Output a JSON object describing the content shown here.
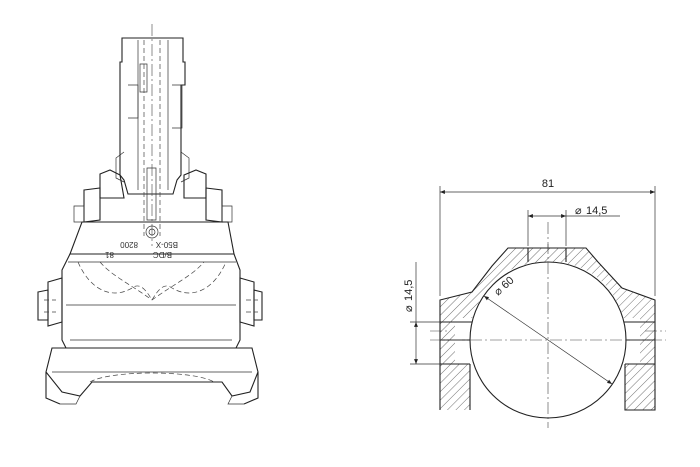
{
  "drawing": {
    "front_view": {
      "engraving": {
        "line1": "B/DC",
        "line2": "B50-X",
        "line3": "8200",
        "line4": "81"
      }
    },
    "section_view": {
      "dimensions": {
        "overall_width": "81",
        "top_bore": "14,5",
        "side_height": "14,5",
        "main_bore": "60"
      },
      "diameter_symbol": "⌀"
    }
  }
}
